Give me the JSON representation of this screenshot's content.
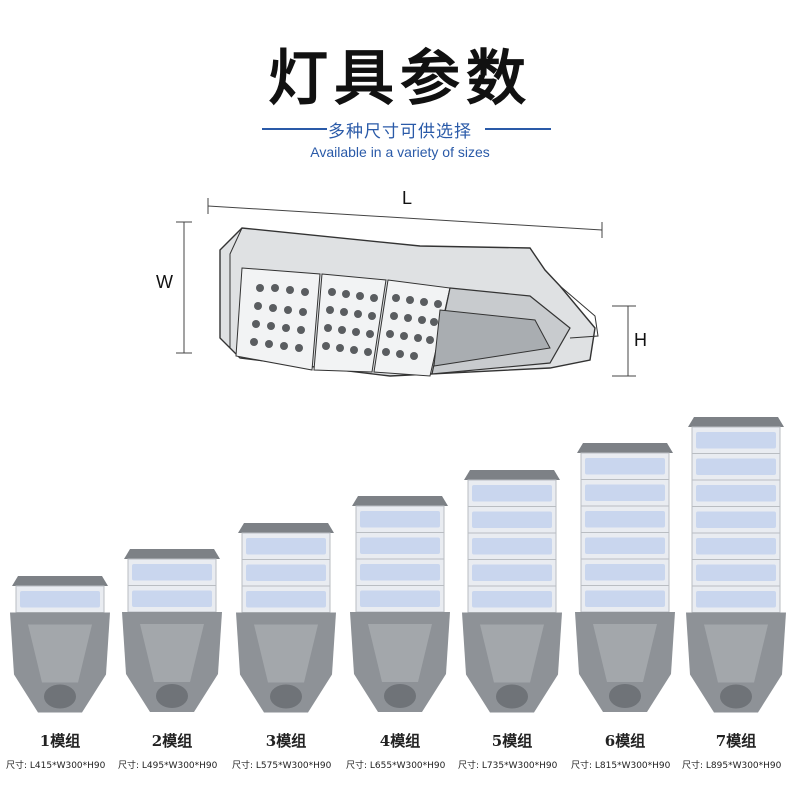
{
  "header": {
    "title": "灯具参数",
    "subtitle_cn": "多种尺寸可供选择",
    "subtitle_en": "Available in a variety of sizes"
  },
  "dimension_labels": {
    "length": "L",
    "width": "W",
    "height": "H"
  },
  "colors": {
    "accent": "#2a5aa8",
    "housing": "#8e9297",
    "led": "#c9d6ee"
  },
  "lamps": [
    {
      "modules": 1,
      "label": "1模组",
      "size": "尺寸: L415*W300*H90"
    },
    {
      "modules": 2,
      "label": "2模组",
      "size": "尺寸: L495*W300*H90"
    },
    {
      "modules": 3,
      "label": "3模组",
      "size": "尺寸: L575*W300*H90"
    },
    {
      "modules": 4,
      "label": "4模组",
      "size": "尺寸: L655*W300*H90"
    },
    {
      "modules": 5,
      "label": "5模组",
      "size": "尺寸: L735*W300*H90"
    },
    {
      "modules": 6,
      "label": "6模组",
      "size": "尺寸: L815*W300*H90"
    },
    {
      "modules": 7,
      "label": "7模组",
      "size": "尺寸: L895*W300*H90"
    }
  ]
}
